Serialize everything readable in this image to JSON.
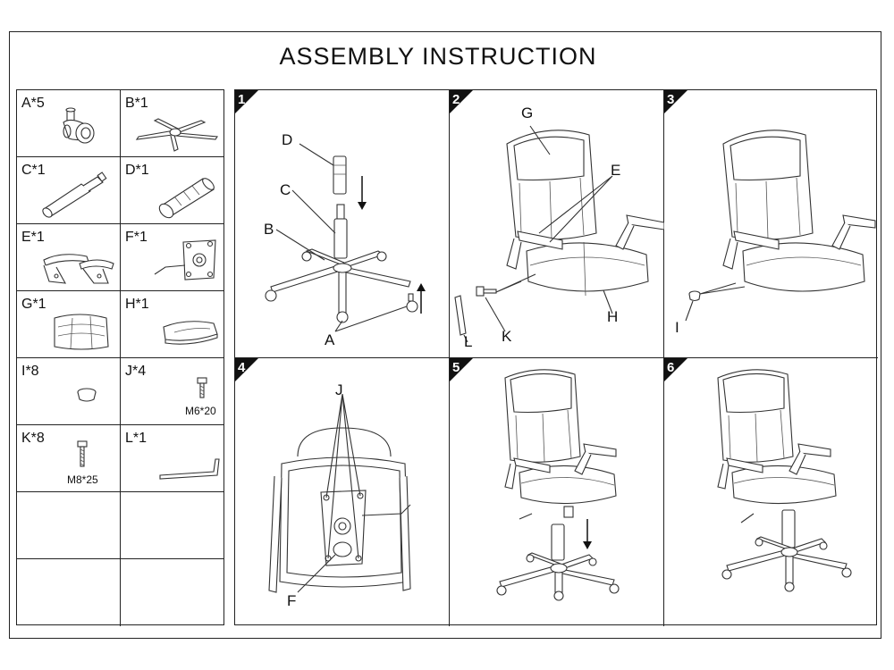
{
  "title": "ASSEMBLY INSTRUCTION",
  "parts": [
    {
      "label": "A*5"
    },
    {
      "label": "B*1"
    },
    {
      "label": "C*1"
    },
    {
      "label": "D*1"
    },
    {
      "label": "E*1"
    },
    {
      "label": "F*1"
    },
    {
      "label": "G*1"
    },
    {
      "label": "H*1"
    },
    {
      "label": "I*8"
    },
    {
      "label": "J*4",
      "spec": "M6*20"
    },
    {
      "label": "K*8",
      "spec": "M8*25"
    },
    {
      "label": "L*1"
    }
  ],
  "steps": [
    {
      "number": "1",
      "callouts": {
        "d": "D",
        "c": "C",
        "b": "B",
        "a": "A"
      }
    },
    {
      "number": "2",
      "callouts": {
        "g": "G",
        "e": "E",
        "l": "L",
        "k": "K",
        "h": "H"
      }
    },
    {
      "number": "3",
      "callouts": {
        "i": "I"
      }
    },
    {
      "number": "4",
      "callouts": {
        "j": "J",
        "f": "F"
      }
    },
    {
      "number": "5"
    },
    {
      "number": "6"
    }
  ]
}
